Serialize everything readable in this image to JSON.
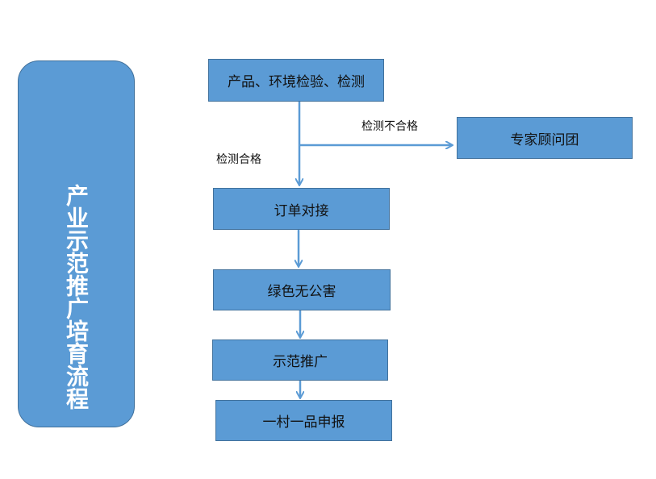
{
  "title": "产业示范推广培育流程",
  "boxes": {
    "inspection": "产品、环境检验、检测",
    "expert": "专家顾问团",
    "order": "订单对接",
    "green": "绿色无公害",
    "promotion": "示范推广",
    "apply": "一村一品申报"
  },
  "labels": {
    "fail": "检测不合格",
    "pass": "检测合格"
  },
  "colors": {
    "box_fill": "#5b9bd5",
    "box_border": "#41719c",
    "arrow": "#5b9bd5"
  }
}
